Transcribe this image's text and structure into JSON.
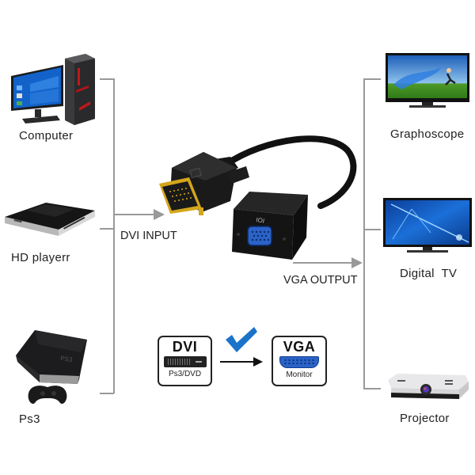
{
  "inputs": {
    "devices": [
      {
        "label": "Computer",
        "icon": "desktop-computer-icon"
      },
      {
        "label": "HD playerr",
        "icon": "hd-player-icon"
      },
      {
        "label": "Ps3",
        "icon": "game-console-icon"
      }
    ],
    "connector_label": "DVI INPUT"
  },
  "outputs": {
    "devices": [
      {
        "label": "Graphoscope",
        "icon": "monitor-icon"
      },
      {
        "label": "Digital  TV",
        "icon": "tv-icon"
      },
      {
        "label": "Projector",
        "icon": "projector-icon"
      }
    ],
    "connector_label": "VGA OUTPUT"
  },
  "adapter": {
    "description": "DVI to VGA adapter cable",
    "vga_port_mark": "IOI"
  },
  "conversion": {
    "source": {
      "title": "DVI",
      "subtitle": "Ps3/DVD"
    },
    "target": {
      "title": "VGA",
      "subtitle": "Monitor"
    },
    "check_color": "#1a73c9"
  },
  "colors": {
    "line": "#999999",
    "vga_blue": "#2b63c6",
    "gold": "#d4a61c"
  }
}
